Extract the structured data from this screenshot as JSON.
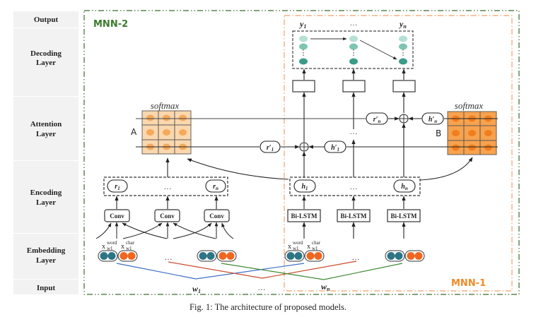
{
  "layers": [
    {
      "id": "output",
      "label": [
        "Output"
      ]
    },
    {
      "id": "decoding",
      "label": [
        "Decoding",
        "Layer"
      ]
    },
    {
      "id": "attention",
      "label": [
        "Attention",
        "Layer"
      ]
    },
    {
      "id": "encoding",
      "label": [
        "Encoding",
        "Layer"
      ]
    },
    {
      "id": "embedding",
      "label": [
        "Embedding",
        "Layer"
      ]
    },
    {
      "id": "input",
      "label": [
        "Input"
      ]
    }
  ],
  "models": {
    "mnn2": {
      "label": "MNN-2",
      "color": "#3a7d2c"
    },
    "mnn1": {
      "label": "MNN-1",
      "color": "#f08a28"
    }
  },
  "outputs": {
    "y1": "y",
    "y1_sub": "1",
    "ellipsis": "…",
    "yn": "y",
    "yn_sub": "n"
  },
  "attention": {
    "softmax_a": "softmax",
    "softmax_b": "softmax",
    "matrix_a": "A",
    "matrix_b": "B",
    "r1p": "r′",
    "r1p_sub": "1",
    "rnp": "r′",
    "rnp_sub": "n",
    "h1p": "h′",
    "h1p_sub": "1",
    "hnp": "h′",
    "hnp_sub": "n",
    "ellipsis": "…",
    "plus": "⊕"
  },
  "encoding": {
    "r1": "r",
    "r1_sub": "1",
    "rn": "r",
    "rn_sub": "n",
    "h1": "h",
    "h1_sub": "1",
    "hn": "h",
    "hn_sub": "n",
    "ellipsis": "…",
    "conv": "Conv",
    "bilstm": "Bi-LSTM"
  },
  "embedding": {
    "x": "x",
    "word_sup": "word",
    "char_sup": "char",
    "sub": "w1",
    "ellipsis": "…"
  },
  "input": {
    "w1": "w",
    "w1_sub": "1",
    "wn": "w",
    "wn_sub": "n",
    "ellipsis": "…"
  },
  "caption": "Fig. 1: The architecture of proposed models.",
  "colors": {
    "label_bg": "#f2f2f2",
    "matrix_a_fill": "#fad7ae",
    "matrix_a_dot": "#f5a95a",
    "matrix_b_fill": "#f7a24e",
    "matrix_b_dot": "#ef7e1d",
    "word_dot": "#2d7585",
    "char_dot": "#f0661f",
    "teal_light": "#b5e0d6",
    "teal_mid": "#7cc5b3",
    "teal_dark": "#3a9c88",
    "line_blue": "#3d6fc4",
    "line_red": "#c94a2a",
    "line_green": "#3f8a34"
  }
}
